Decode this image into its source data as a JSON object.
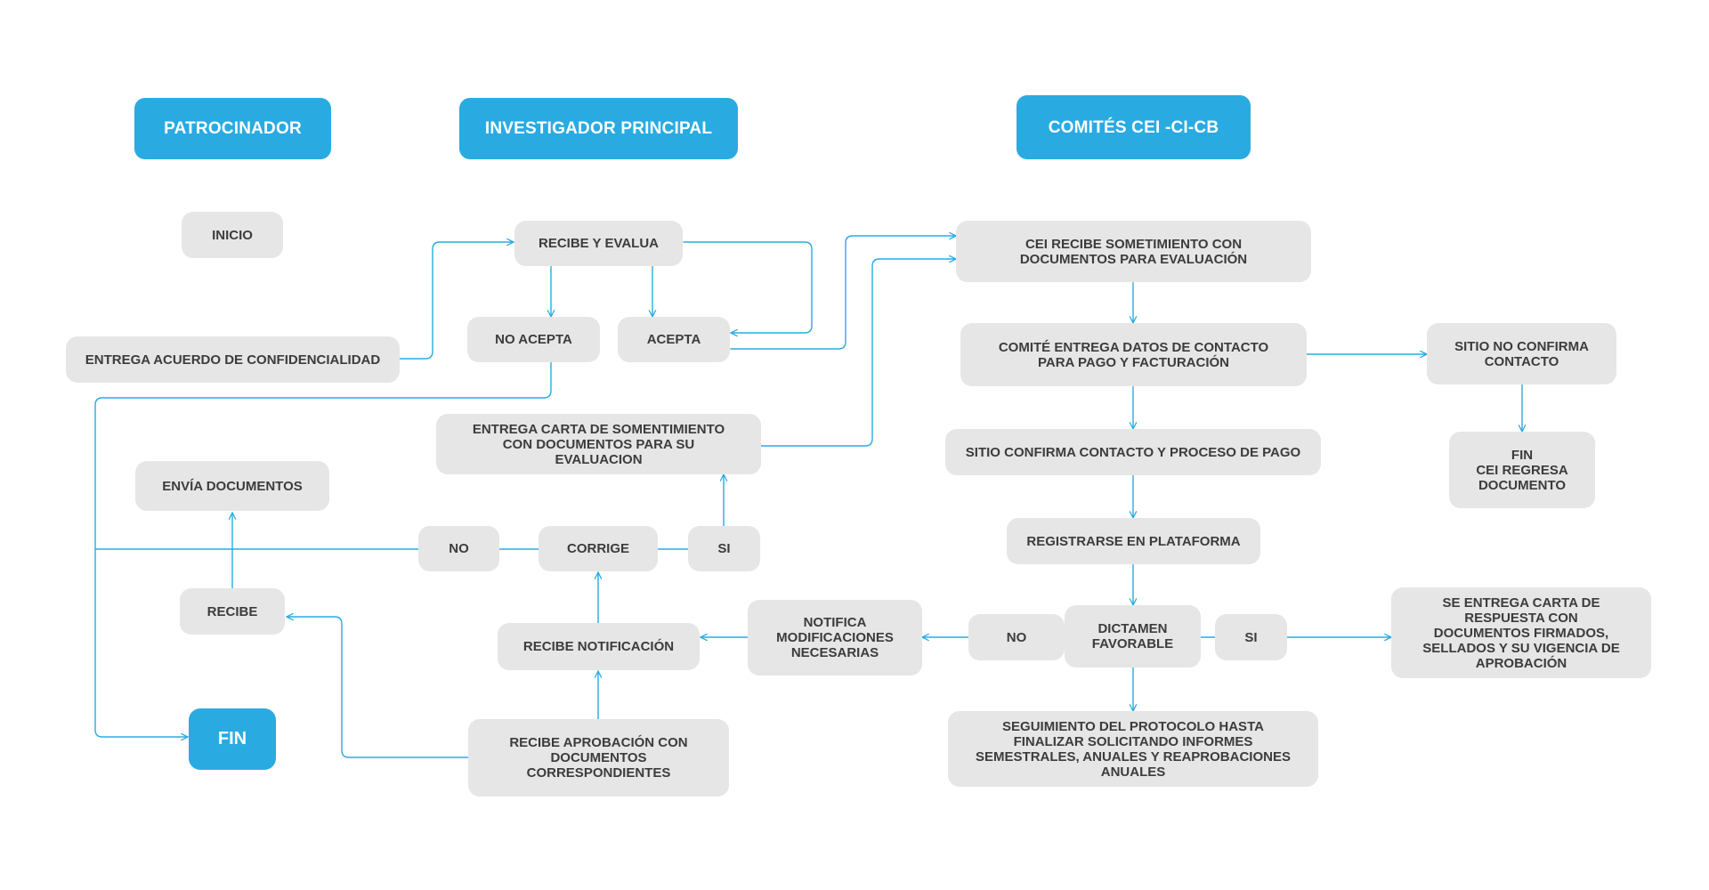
{
  "colors": {
    "accent": "#29abe2",
    "node_fill": "#e6e6e6",
    "node_text": "#3c3c3c"
  },
  "headers": {
    "patrocinador": "PATROCINADOR",
    "investigador": "INVESTIGADOR PRINCIPAL",
    "comites": "COMITÉS CEI -CI-CB"
  },
  "patrocinador": {
    "inicio": "INICIO",
    "entrega_acuerdo": "ENTREGA ACUERDO DE CONFIDENCIALIDAD",
    "envia_documentos": "ENVÍA DOCUMENTOS",
    "recibe": "RECIBE",
    "fin": "FIN"
  },
  "investigador": {
    "recibe_evalua": "RECIBE Y EVALUA",
    "no_acepta": "NO ACEPTA",
    "acepta": "ACEPTA",
    "entrega_carta": "ENTREGA CARTA DE SOMENTIMIENTO CON DOCUMENTOS PARA SU EVALUACION",
    "no": "NO",
    "corrige": "CORRIGE",
    "si": "SI",
    "recibe_notificacion": "RECIBE NOTIFICACIÓN",
    "recibe_aprobacion": "RECIBE APROBACIÓN CON DOCUMENTOS CORRESPONDIENTES"
  },
  "comites": {
    "cei_recibe": "CEI RECIBE SOMETIMIENTO CON DOCUMENTOS PARA EVALUACIÓN",
    "comite_entrega": "COMITÉ ENTREGA DATOS DE CONTACTO PARA PAGO Y FACTURACIÓN",
    "sitio_no_confirma": "SITIO NO CONFIRMA CONTACTO",
    "fin_cei": "FIN\nCEI REGRESA\nDOCUMENTO",
    "sitio_confirma": "SITIO CONFIRMA CONTACTO Y PROCESO DE PAGO",
    "registrarse": "REGISTRARSE EN PLATAFORMA",
    "notifica": "NOTIFICA MODIFICACIONES NECESARIAS",
    "no": "NO",
    "dictamen": "DICTAMEN FAVORABLE",
    "si": "SI",
    "se_entrega": "SE ENTREGA CARTA DE RESPUESTA CON DOCUMENTOS FIRMADOS, SELLADOS Y SU VIGENCIA DE APROBACIÓN",
    "seguimiento": "SEGUIMIENTO DEL PROTOCOLO HASTA FINALIZAR SOLICITANDO INFORMES SEMESTRALES, ANUALES Y REAPROBACIONES ANUALES"
  }
}
